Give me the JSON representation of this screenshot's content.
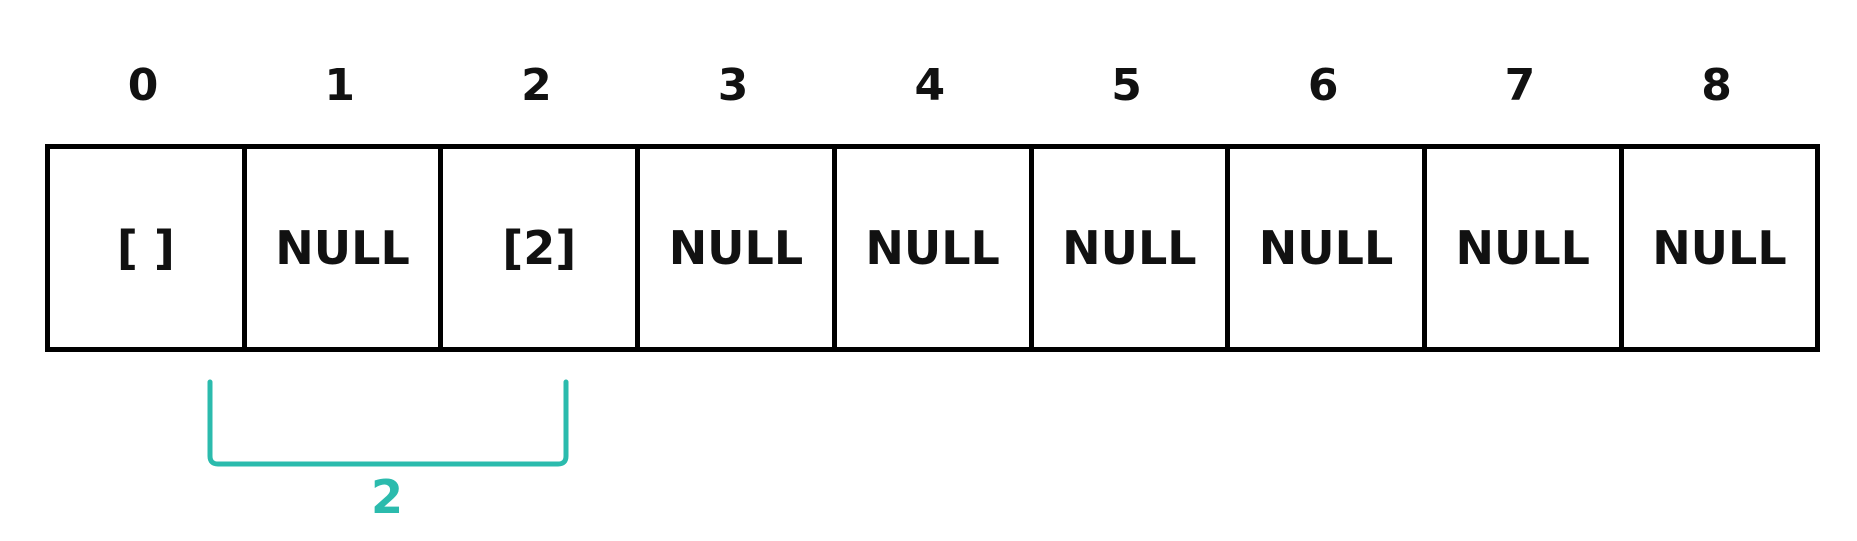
{
  "cells": [
    {
      "index": "0",
      "value": "[ ]"
    },
    {
      "index": "1",
      "value": "NULL"
    },
    {
      "index": "2",
      "value": "[2]"
    },
    {
      "index": "3",
      "value": "NULL"
    },
    {
      "index": "4",
      "value": "NULL"
    },
    {
      "index": "5",
      "value": "NULL"
    },
    {
      "index": "6",
      "value": "NULL"
    },
    {
      "index": "7",
      "value": "NULL"
    },
    {
      "index": "8",
      "value": "NULL"
    }
  ],
  "bracket": {
    "label": "2",
    "color": "#2bbbad",
    "from_index": "0",
    "to_index": "2"
  }
}
